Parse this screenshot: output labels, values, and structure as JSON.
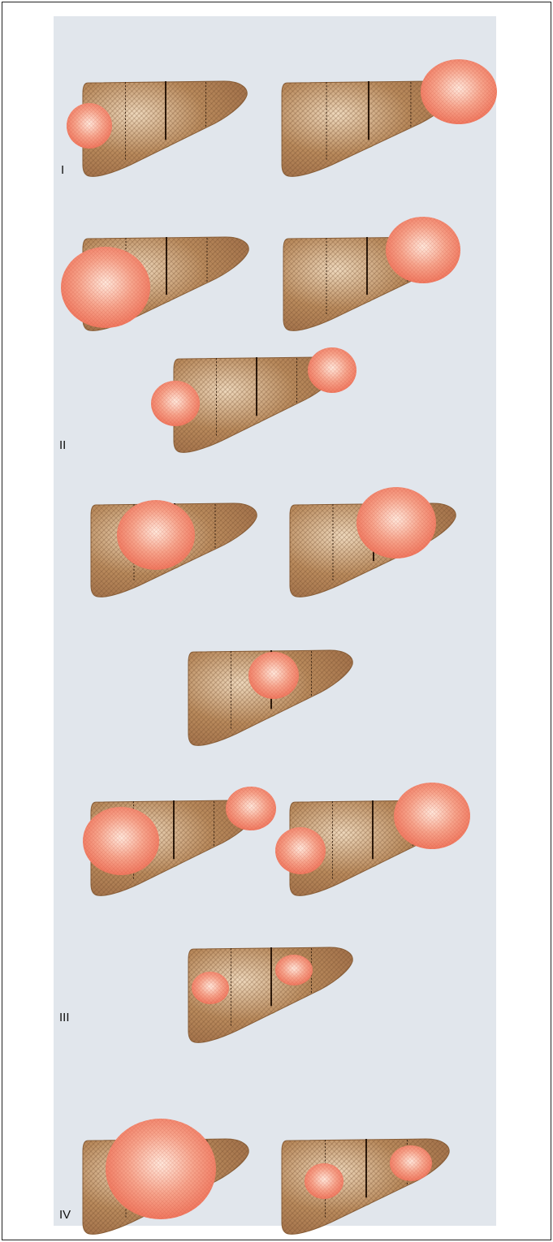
{
  "figure": {
    "panel_color": "#e1e6ec",
    "liver_color": "#b98a5c",
    "liver_highlight": "#efd9bd",
    "liver_edge": "#8a5f38",
    "tumor_color": "#ef6f56",
    "tumor_highlight": "#ffe9dd",
    "gallbladder_color": "#cfe08a",
    "stages": [
      {
        "label": "I"
      },
      {
        "label": "II"
      },
      {
        "label": "III"
      },
      {
        "label": "IV"
      }
    ]
  }
}
